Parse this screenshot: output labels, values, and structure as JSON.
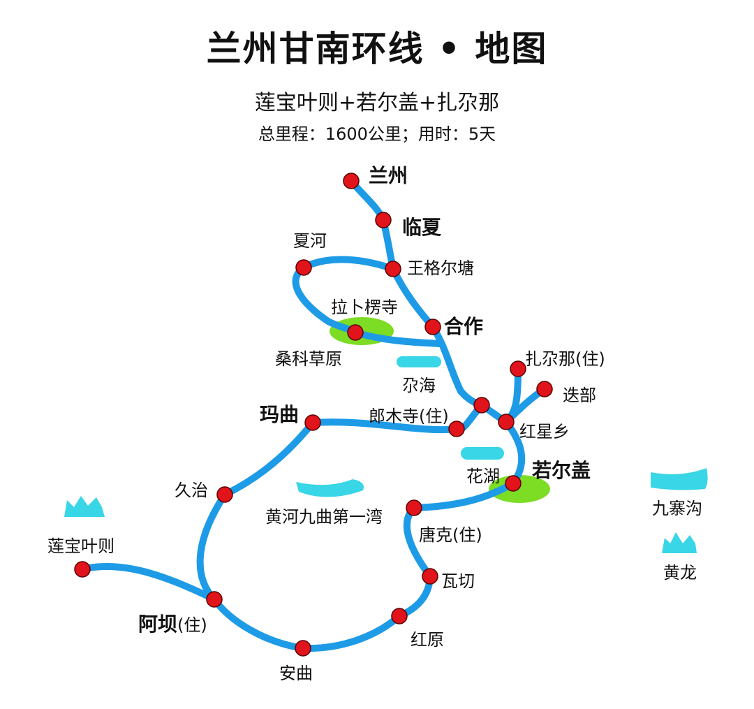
{
  "title": "兰州甘南环线 • 地图",
  "subtitle": "莲宝叶则+若尔盖+扎尕那",
  "stats": "总里程：1600公里；用时：5天",
  "colors": {
    "route": "#1e9be6",
    "stop": "#e0141a",
    "grassland": "#7ddc24",
    "lake": "#38d6e6"
  },
  "stops": {
    "lanzhou": "兰州",
    "linxia": "临夏",
    "xiahe": "夏河",
    "wanggeertang": "王格尔塘",
    "labulengsi": "拉卜楞寺",
    "sangke": "桑科草原",
    "hezuo": "合作",
    "zhagana": "扎尕那(住)",
    "diebu": "迭部",
    "langmusi": "郎木寺(住)",
    "hongxingxiang": "红星乡",
    "maqu": "玛曲",
    "ruoergai": "若尔盖",
    "huahu": "花湖",
    "jiuzhi": "久治",
    "huanghe_wan": "黄河九曲第一湾",
    "tangke": "唐克(住)",
    "lianbao": "莲宝叶则",
    "waqie": "瓦切",
    "aba": "阿坝",
    "aba_note": "(住)",
    "hongyuan": "红原",
    "anqu": "安曲",
    "gahai": "尕海"
  },
  "legend": {
    "jiuzhaigou": "九寨沟",
    "huanglong": "黄龙"
  }
}
